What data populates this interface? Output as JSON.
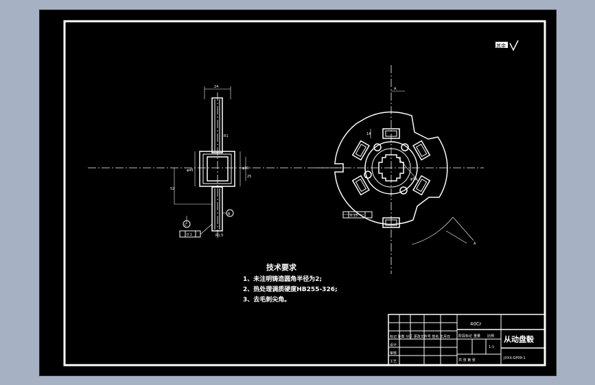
{
  "drawing": {
    "roughness_mark": "其余",
    "notes": {
      "title": "技术要求",
      "items": [
        "1、未注明铸造圆角半径为2;",
        "2、热处理调质硬度HB255-326;",
        "3、去毛刺尖角。"
      ]
    },
    "title_block": {
      "material": "40Cr",
      "part_name": "从动盘毂",
      "drawing_number": "JXXX-GP09-1",
      "row_small_1": "标记 处数 分区 更改文件号 签名 年月日",
      "row_small_2": "设计",
      "row_small_3": "审核",
      "row_small_4": "工艺",
      "stage_label": "阶段标记",
      "weight_label": "重量",
      "scale_label": "比例",
      "scale_value": "1:1",
      "sheet_info": "共 张  第 张"
    },
    "labels": {
      "datum_a": "A",
      "datum_b": "B",
      "datum_c": "C",
      "section_a": "A",
      "fcf_left": "0.1",
      "fcf_right": "0.15"
    }
  }
}
